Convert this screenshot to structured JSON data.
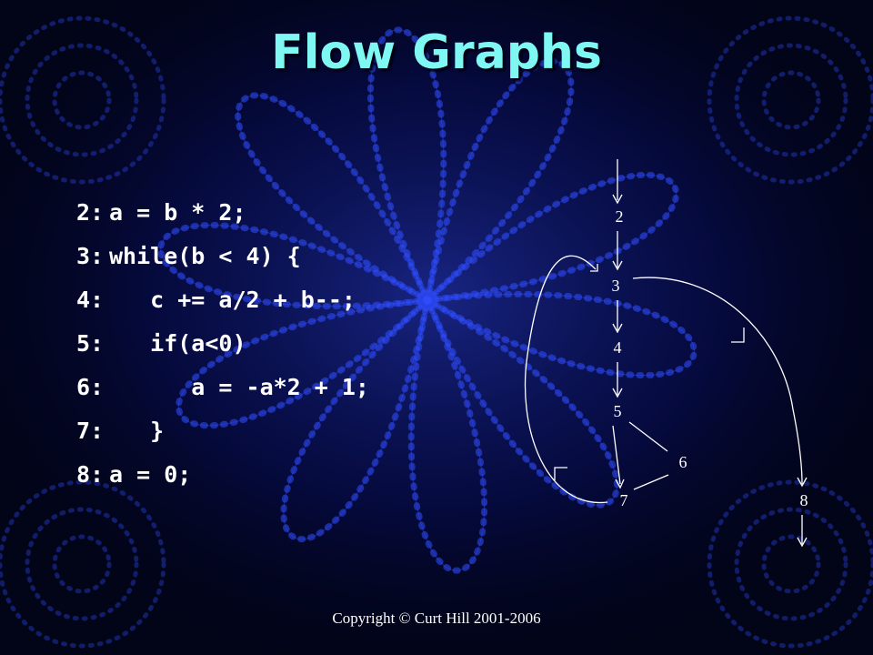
{
  "slide": {
    "title": "Flow Graphs",
    "footer": "Copyright © Curt Hill 2001-2006"
  },
  "code_lines": [
    {
      "num": "2:",
      "text": "a = b * 2;"
    },
    {
      "num": "3:",
      "text": "while(b < 4) {"
    },
    {
      "num": "4:",
      "text": "   c += a/2 + b--;"
    },
    {
      "num": "5:",
      "text": "   if(a<0)"
    },
    {
      "num": "6:",
      "text": "      a = -a*2 + 1;"
    },
    {
      "num": "7:",
      "text": "   }"
    },
    {
      "num": "8:",
      "text": "a = 0;"
    }
  ],
  "flow_graph": {
    "nodes": [
      "2",
      "3",
      "4",
      "5",
      "6",
      "7",
      "8"
    ],
    "edges": [
      [
        "entry",
        "2"
      ],
      [
        "2",
        "3"
      ],
      [
        "3",
        "4"
      ],
      [
        "4",
        "5"
      ],
      [
        "5",
        "6"
      ],
      [
        "5",
        "7"
      ],
      [
        "6",
        "7"
      ],
      [
        "7",
        "3"
      ],
      [
        "3",
        "8"
      ],
      [
        "8",
        "exit"
      ]
    ]
  },
  "colors": {
    "background": "#020418",
    "title": "#7ff7f3",
    "text": "#ffffff",
    "pattern": "#2f4dff"
  }
}
